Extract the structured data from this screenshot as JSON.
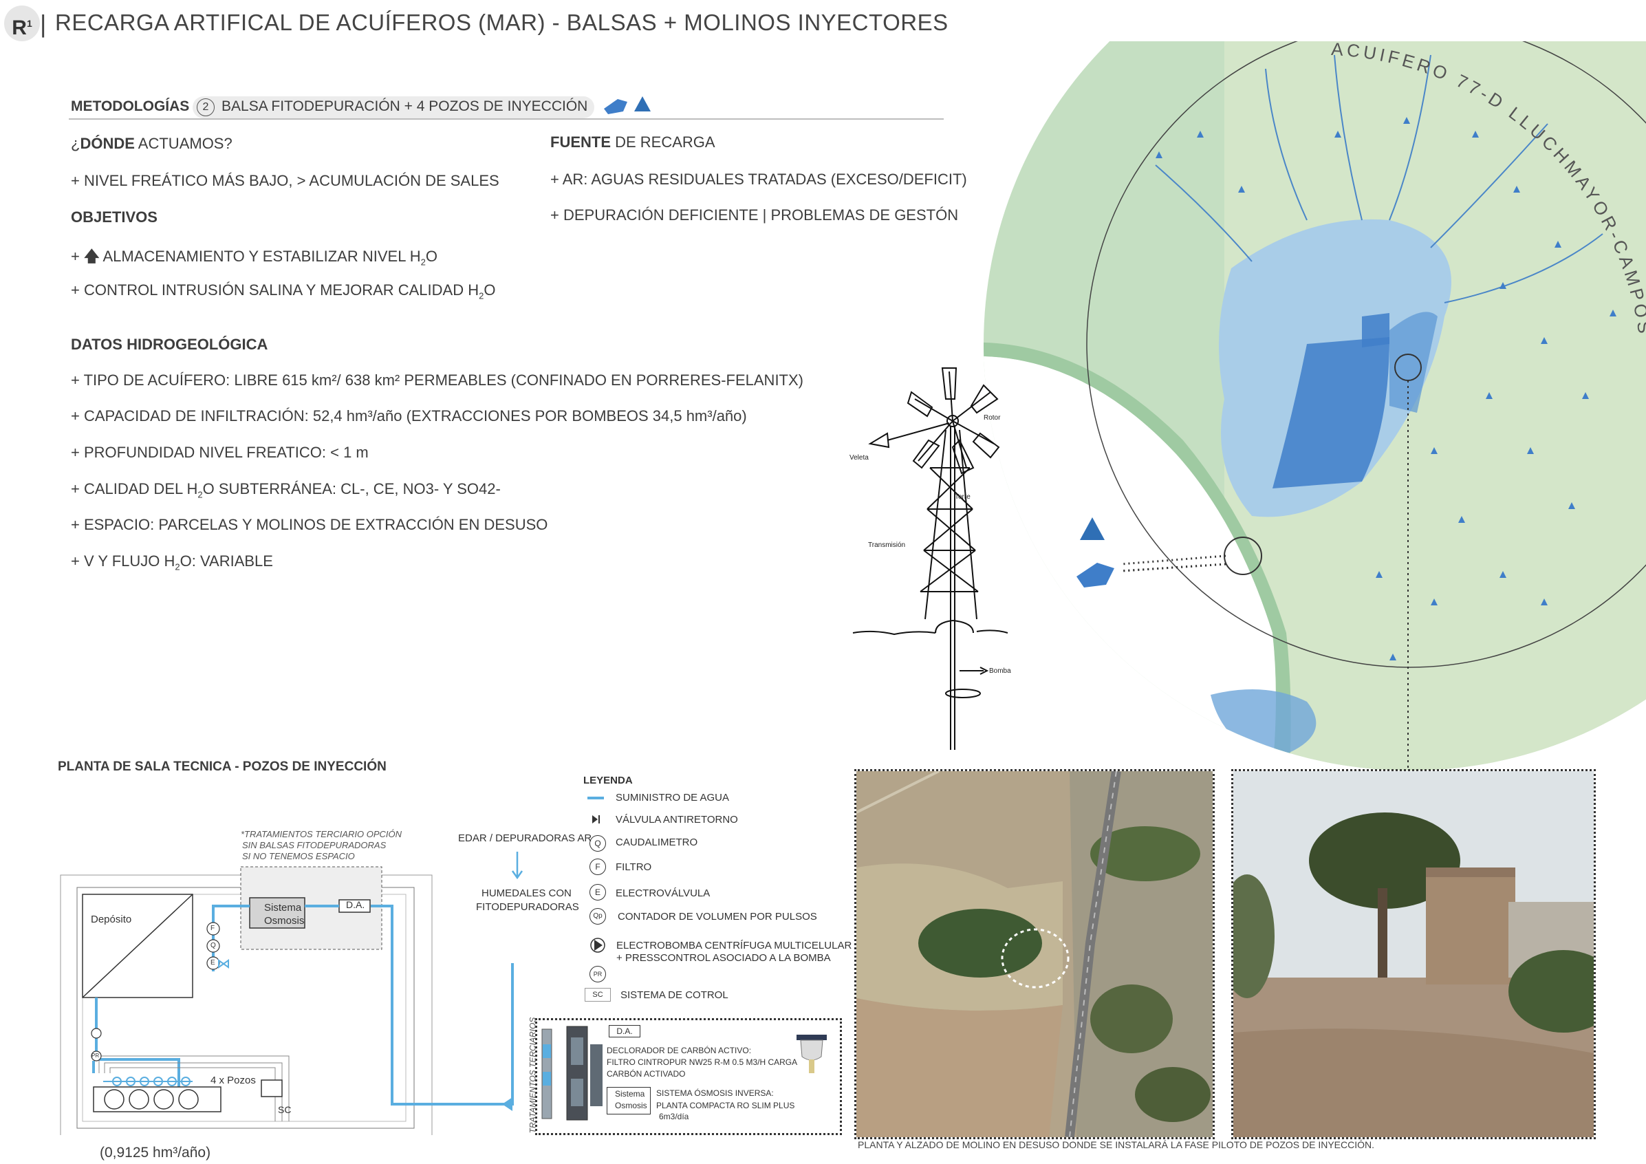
{
  "header": {
    "badge": "R",
    "badge_sup": "1",
    "bar": "|",
    "title": "RECARGA ARTIFICAL DE ACUÍFEROS (MAR) -  BALSAS + MOLINOS INYECTORES"
  },
  "methodology": {
    "label": "METODOLOGÍAS",
    "number": "2",
    "text": "BALSA FITODEPURACIÓN + 4 POZOS DE INYECCIÓN"
  },
  "where": {
    "title_pre": "¿",
    "title_bold": "DÓNDE",
    "title_post": " ACTUAMOS?",
    "item1": "+ NIVEL FREÁTICO MÁS BAJO, > ACUMULACIÓN DE SALES"
  },
  "objectives": {
    "title": "OBJETIVOS",
    "item1_pre": "+ ",
    "item1_arrow": "🡅",
    "item1_text": " ALMACENAMIENTO Y ESTABILIZAR NIVEL H",
    "item1_sub": "2",
    "item1_post": "O",
    "item2_text": "+  CONTROL INTRUSIÓN SALINA Y MEJORAR CALIDAD H",
    "item2_sub": "2",
    "item2_post": "O"
  },
  "source": {
    "title_bold": "FUENTE",
    "title_rest": " DE RECARGA",
    "item1": "+ AR: AGUAS RESIDUALES TRATADAS (EXCESO/DEFICIT)",
    "item2": "+ DEPURACIÓN DEFICIENTE  |  PROBLEMAS DE GESTÓN"
  },
  "hydro": {
    "title": "DATOS HIDROGEOLÓGICA",
    "item1": "+ TIPO DE ACUÍFERO: LIBRE 615 km²/ 638 km² PERMEABLES (CONFINADO EN PORRERES-FELANITX)",
    "item2": "+ CAPACIDAD DE INFILTRACIÓN: 52,4 hm³/año (EXTRACCIONES POR BOMBEOS 34,5 hm³/año)",
    "item3": "+ PROFUNDIDAD NIVEL FREATICO: < 1 m",
    "item4_pre": "+ CALIDAD DEL H",
    "item4_sub": "2",
    "item4_post": "O SUBTERRÁNEA:    CL-, CE, NO3- Y SO42-",
    "item5": "+ ESPACIO: PARCELAS Y MOLINOS DE EXTRACCIÓN EN DESUSO",
    "item6_pre": "+ V Y FLUJO H",
    "item6_sub": "2",
    "item6_post": "O: VARIABLE"
  },
  "map": {
    "arc_label": "ACUIFERO 77-D LLUCHMAYOR-CAMPOS"
  },
  "windmill": {
    "rotor": "Rotor",
    "vane": "Veleta",
    "tower": "Torre",
    "transmission": "Transmisión",
    "pump": "Bomba"
  },
  "plan": {
    "title": "PLANTA DE SALA TECNICA - POZOS DE INYECCIÓN",
    "note1": "*TRATAMIENTOS TERCIARIO OPCIÓN",
    "note2": "SIN BALSAS FITODEPURADORAS",
    "note3": "SI NO TENEMOS ESPACIO",
    "deposit": "Depósito",
    "system1": "Sistema",
    "system2": "Osmosis",
    "da": "D.A.",
    "wells": "4 x Pozos",
    "sc": "SC",
    "capacity": "(0,9125 hm³/año)",
    "edar": "EDAR / DEPURADORAS AR",
    "wetland1": "HUMEDALES CON",
    "wetland2": "FITODEPURADORAS",
    "f": "F",
    "q": "Q",
    "e": "E",
    "pr": "PR"
  },
  "legend": {
    "title": "LEYENDA",
    "items": [
      "SUMINISTRO DE AGUA",
      "VÁLVULA ANTIRETORNO",
      "CAUDALIMETRO",
      "FILTRO",
      "ELECTROVÁLVULA",
      "CONTADOR DE VOLUMEN POR PULSOS",
      "ELECTROBOMBA CENTRÍFUGA MULTICELULAR",
      "+ PRESSCONTROL ASOCIADO A LA BOMBA",
      "SISTEMA DE COTROL"
    ],
    "sym_q": "Q",
    "sym_f": "F",
    "sym_e": "E",
    "sym_qp": "Qp",
    "sym_pr": "PR",
    "sym_sc": "SC"
  },
  "tertiary": {
    "vertical": "TRATAMIENTOS TERCIARIOS",
    "da": "D.A.",
    "line1": "DECLORADOR DE CARBÓN ACTIVO:",
    "line2": "FILTRO CINTROPUR NW25 R-M 0.5 M3/H CARGA",
    "line3": "CARBÓN ACTIVADO",
    "sys1": "Sistema",
    "sys2": "Osmosis",
    "line4": "SISTEMA ÓSMOSIS INVERSA:",
    "line5": "PLANTA COMPACTA RO SLIM PLUS",
    "line6": "6m3/día"
  },
  "photos": {
    "caption": "PLANTA Y ALZADO  DE MOLINO EN DESUSO DONDE SE INSTALARÁ LA FASE PILOTO DE POZOS DE INYECCIÓN."
  },
  "colors": {
    "water": "#5aaee0",
    "accent_blue": "#2f6fb5",
    "map_green": "#b8d9b9",
    "map_water": "#3f7ec9"
  }
}
